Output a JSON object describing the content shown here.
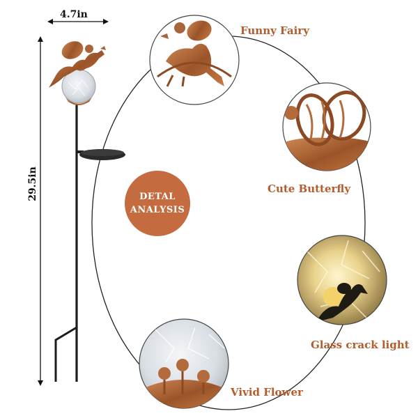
{
  "dimensions": {
    "width_label": "4.7in",
    "height_label": "29.5in"
  },
  "center_badge": {
    "line1": "DETAL",
    "line2": "ANALYSIS"
  },
  "callouts": [
    {
      "label": "Funny Fairy"
    },
    {
      "label": "Cute Butterfly"
    },
    {
      "label": "Glass crack light"
    },
    {
      "label": "Vivid Flower"
    }
  ],
  "colors": {
    "accent": "#b35d2e",
    "badge": "#c46b3f",
    "copper": "#a8643a",
    "stake": "#1c1c1c"
  }
}
